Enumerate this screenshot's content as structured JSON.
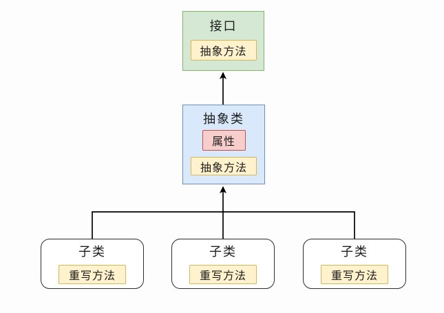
{
  "diagram": {
    "interface": {
      "title": "接口",
      "method_label": "抽象方法"
    },
    "abstract_class": {
      "title": "抽象类",
      "attribute_label": "属性",
      "method_label": "抽象方法"
    },
    "subclasses": [
      {
        "title": "子类",
        "method_label": "重写方法"
      },
      {
        "title": "子类",
        "method_label": "重写方法"
      },
      {
        "title": "子类",
        "method_label": "重写方法"
      }
    ]
  },
  "colors": {
    "interface_fill": "#d5e8d4",
    "interface_border": "#82b366",
    "abstract_fill": "#dae8fc",
    "abstract_border": "#6c8ebf",
    "attribute_fill": "#f8cecc",
    "attribute_border": "#b85450",
    "method_fill": "#fff2cc",
    "method_border": "#d6b656",
    "subclass_fill": "#ffffff",
    "subclass_border": "#2b2b2b",
    "connector": "#000000"
  }
}
